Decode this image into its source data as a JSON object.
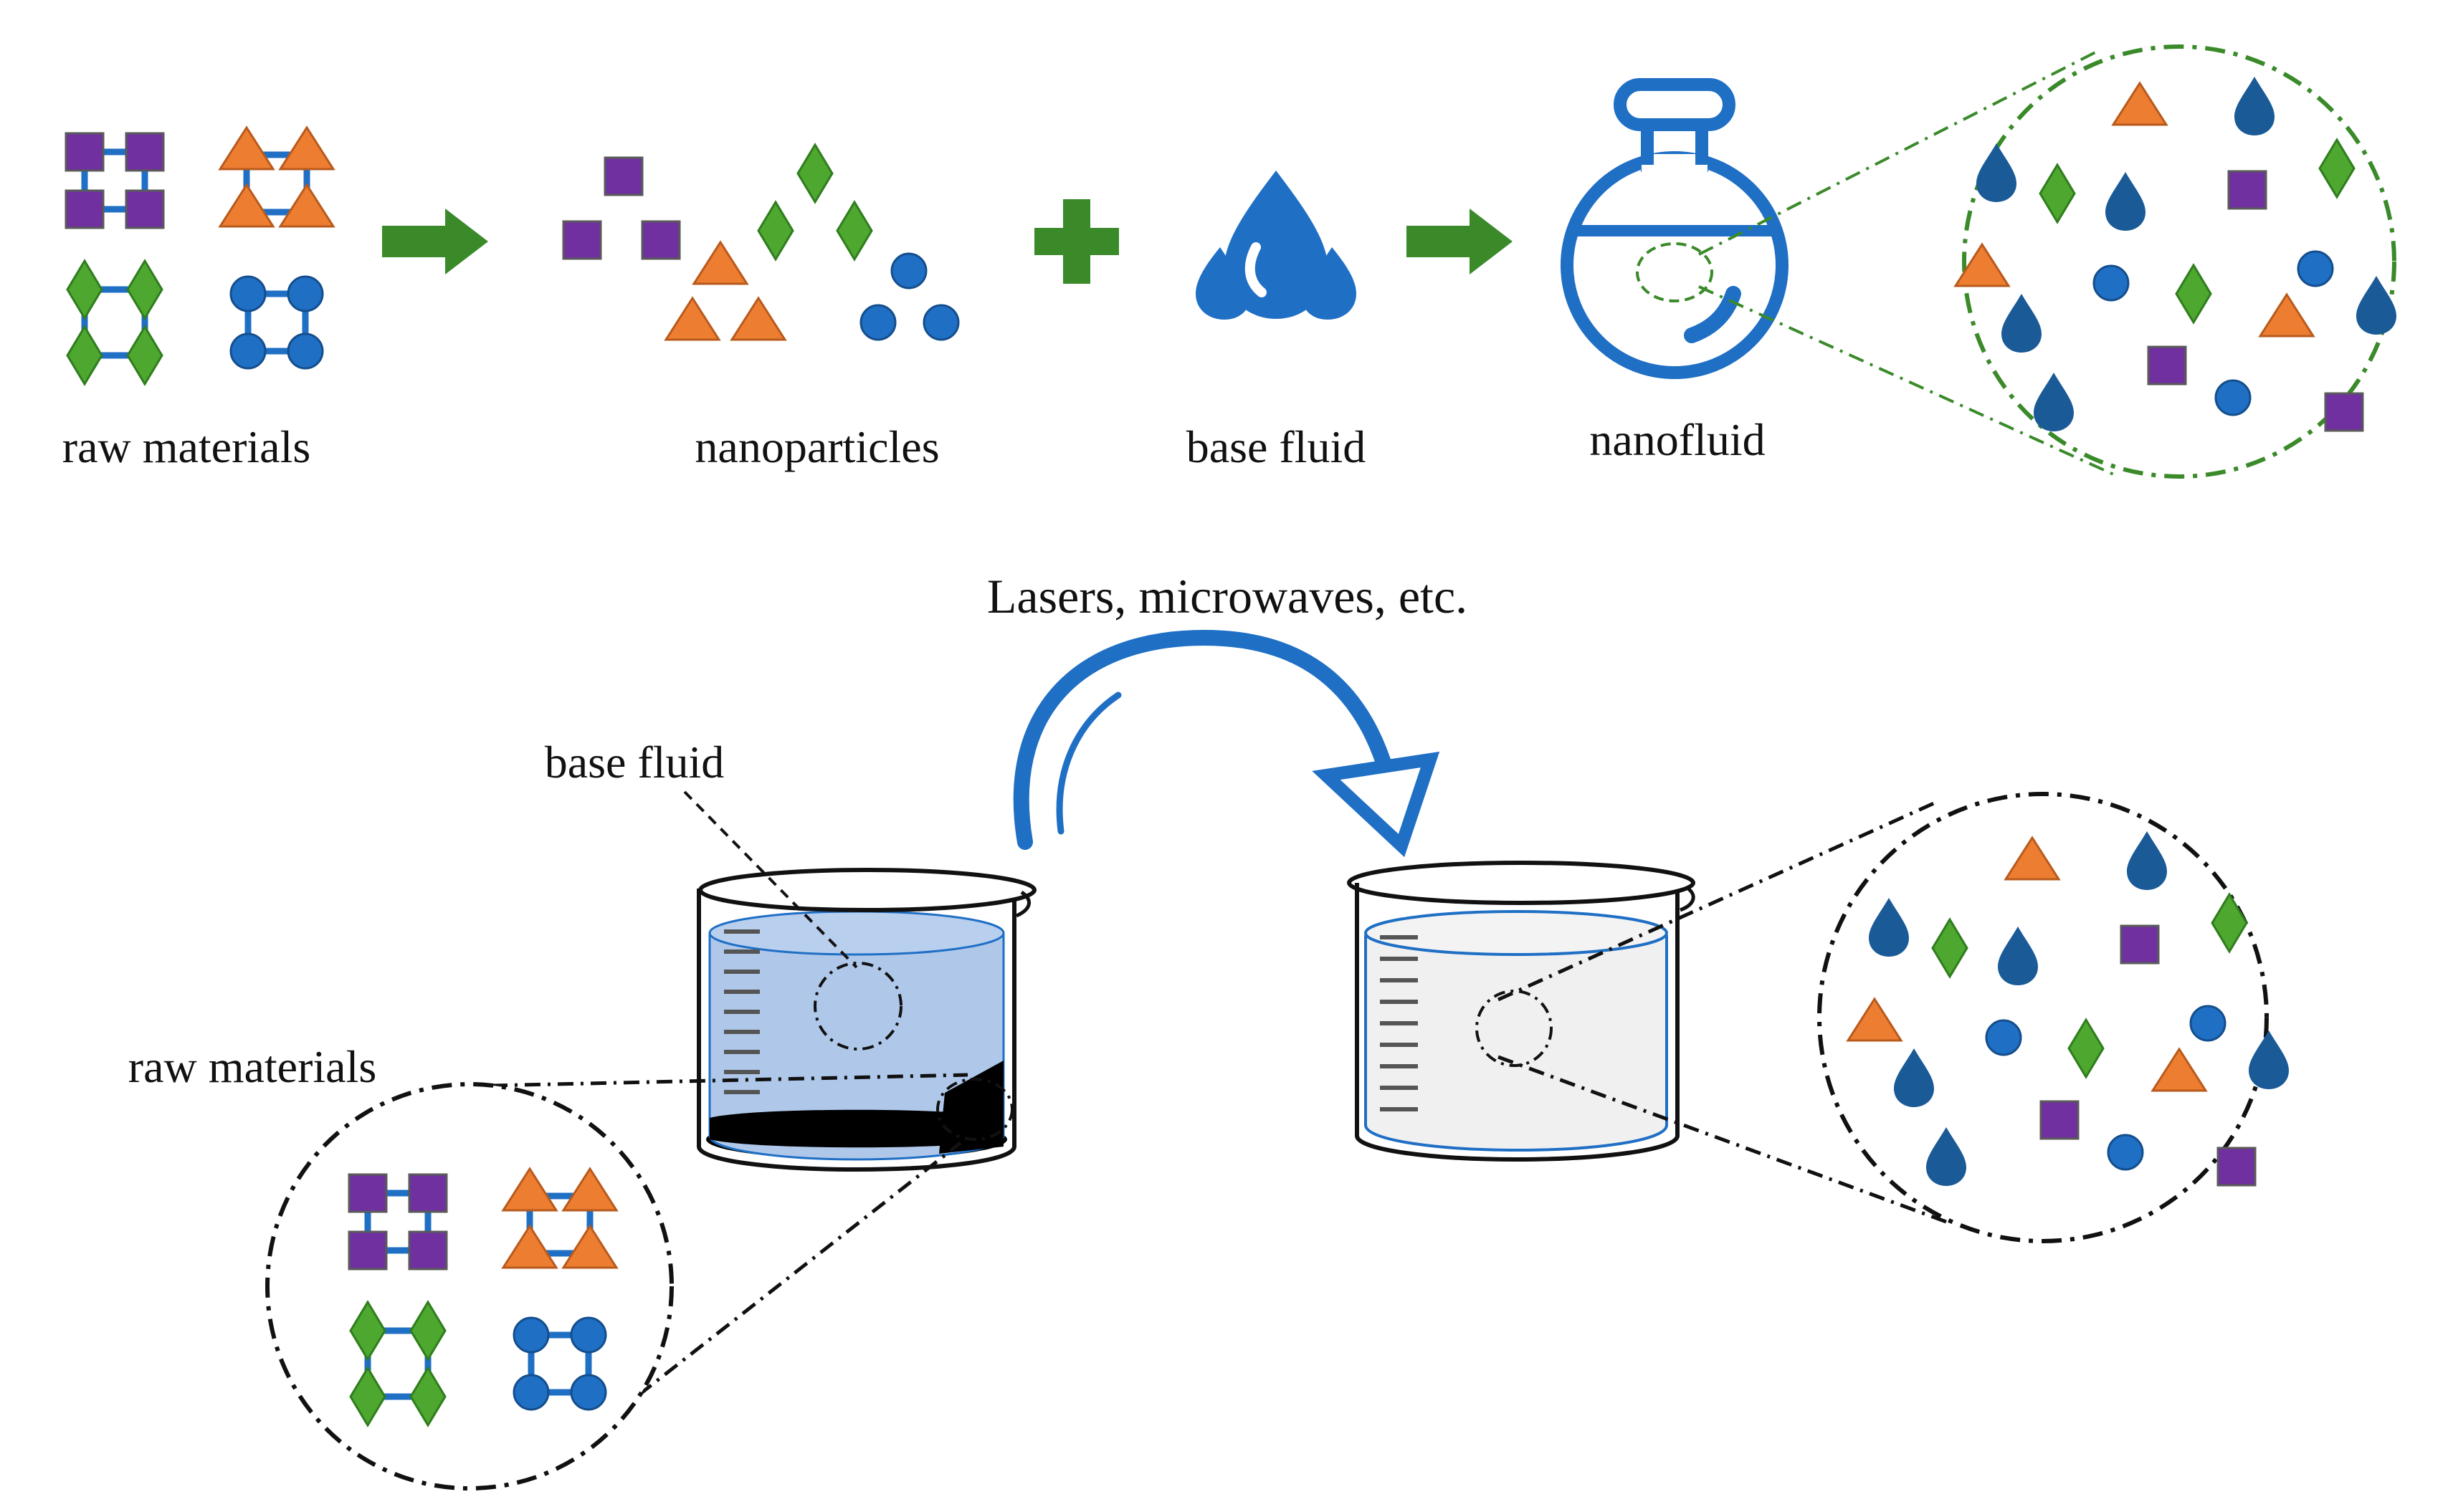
{
  "top_row": {
    "raw_materials_label": "raw materials",
    "nanoparticles_label": "nanoparticles",
    "base_fluid_label": "base fluid",
    "nanofluid_label": "nanofluid"
  },
  "bottom_row": {
    "process_label": "Lasers, microwaves, etc.",
    "base_fluid_label": "base fluid",
    "raw_materials_label": "raw materials"
  },
  "colors": {
    "square": "#7030A0",
    "triangle": "#ED7D31",
    "diamond": "#4EA72E",
    "circle": "#1F6FC5",
    "drop": "#1A5A96",
    "arrow": "#3A8A2A",
    "flask": "#1F6FC5",
    "fluid_blue": "#AFC8EA",
    "fluid_clear": "#F0F0F0"
  },
  "icons": [
    "arrow-right-icon",
    "plus-icon",
    "water-drop-icon",
    "flask-icon",
    "beaker-icon",
    "curved-arrow-icon"
  ]
}
